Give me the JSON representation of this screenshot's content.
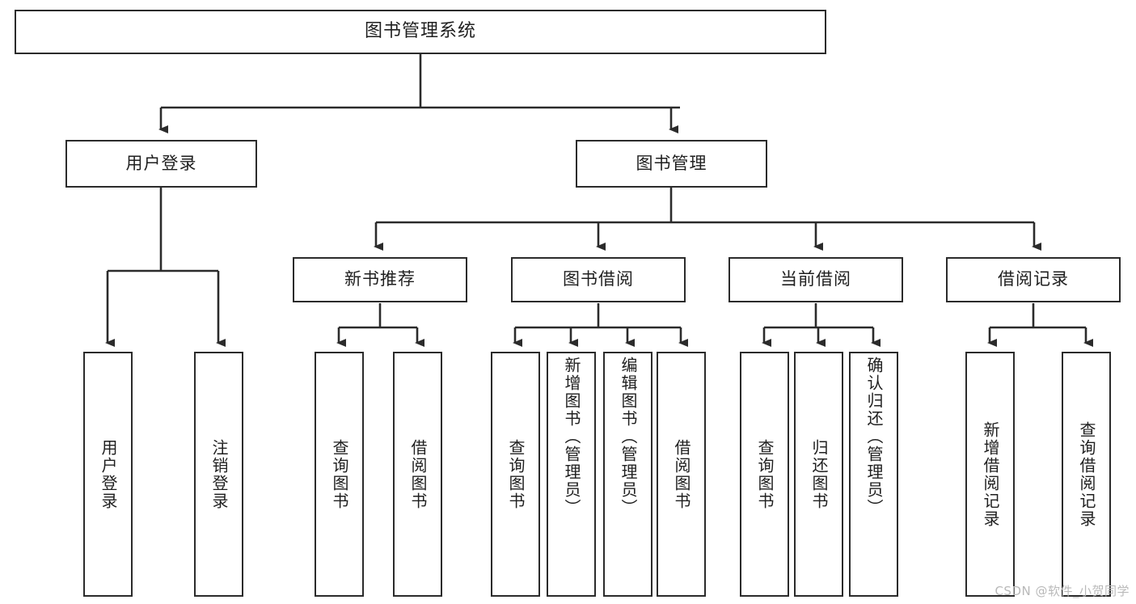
{
  "diagram": {
    "title": "图书管理系统",
    "type": "tree",
    "watermark": "CSDN @软件_小贺同学",
    "line_color": "#2b2b2b",
    "box_fill": "#ffffff",
    "text_color": "#1f1f1f"
  },
  "nodes": {
    "root": {
      "label": "图书管理系统"
    },
    "level1": [
      {
        "id": "user-login",
        "label": "用户登录"
      },
      {
        "id": "book-manage",
        "label": "图书管理"
      }
    ],
    "level2": [
      {
        "id": "new-book-rec",
        "label": "新书推荐"
      },
      {
        "id": "book-borrow",
        "label": "图书借阅"
      },
      {
        "id": "current-borrow",
        "label": "当前借阅"
      },
      {
        "id": "borrow-record",
        "label": "借阅记录"
      }
    ],
    "leaves": {
      "user_login": [
        {
          "id": "leaf-user-login",
          "label": "用户登录"
        },
        {
          "id": "leaf-logout",
          "label": "注销登录"
        }
      ],
      "new_book_rec": [
        {
          "id": "leaf-query-book-1",
          "label": "查询图书"
        },
        {
          "id": "leaf-borrow-book-1",
          "label": "借阅图书"
        }
      ],
      "book_borrow": [
        {
          "id": "leaf-query-book-2",
          "label": "查询图书"
        },
        {
          "id": "leaf-add-book",
          "label": "新增图书（管理员）"
        },
        {
          "id": "leaf-edit-book",
          "label": "编辑图书（管理员）"
        },
        {
          "id": "leaf-borrow-book-2",
          "label": "借阅图书"
        }
      ],
      "current_borrow": [
        {
          "id": "leaf-query-book-3",
          "label": "查询图书"
        },
        {
          "id": "leaf-return-book",
          "label": "归还图书"
        },
        {
          "id": "leaf-confirm-return",
          "label": "确认归还（管理员）"
        }
      ],
      "borrow_record": [
        {
          "id": "leaf-add-record",
          "label": "新增借阅记录"
        },
        {
          "id": "leaf-query-record",
          "label": "查询借阅记录"
        }
      ]
    }
  }
}
